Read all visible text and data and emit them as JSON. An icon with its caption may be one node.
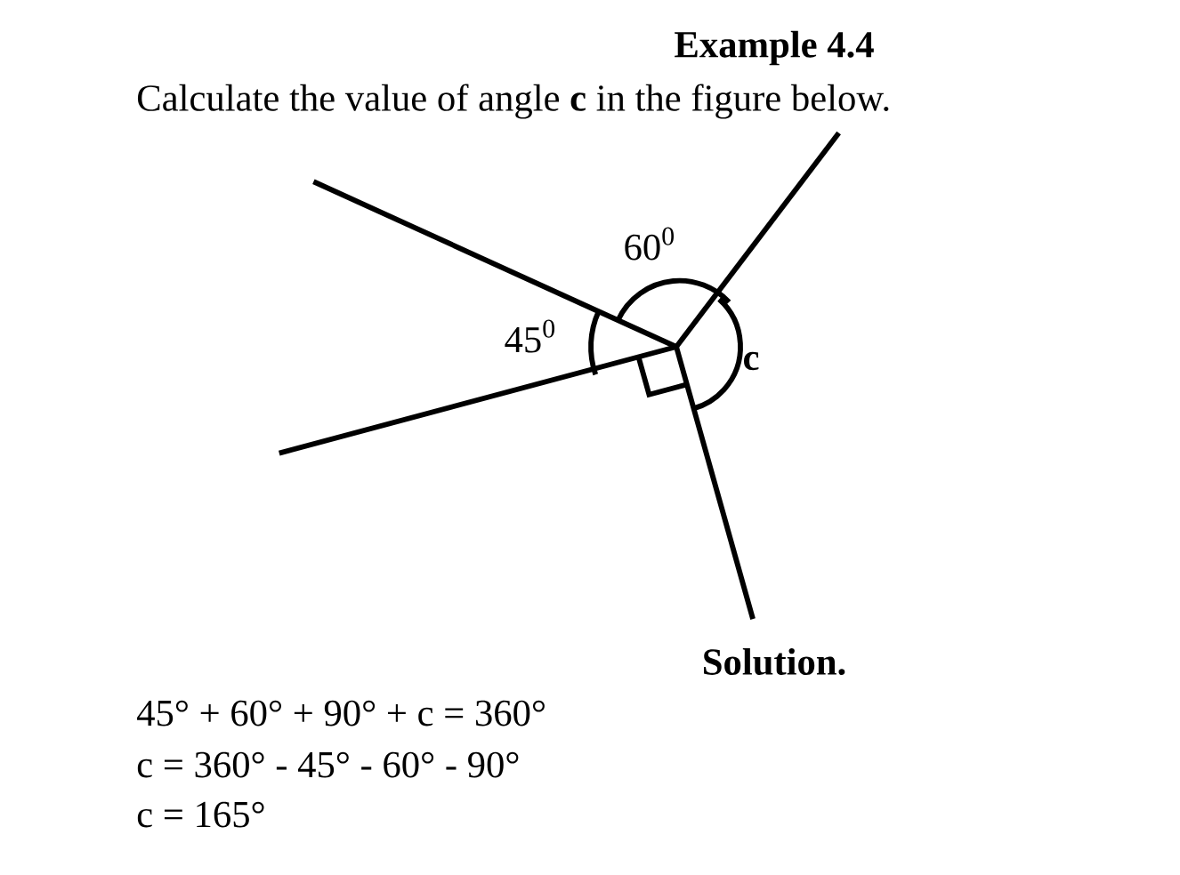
{
  "diagram": {
    "title": "Example 4.4",
    "labels": [
      "Calculate the value of angle **c** in the figure below.",
      "60$^{0}$",
      "45$^{0}$",
      "c",
      "Solution.",
      "45° + 60° + 90°  + c = 360°",
      "c = 360° - 45° - 60° - 90°",
      "c = 165°"
    ]
  }
}
